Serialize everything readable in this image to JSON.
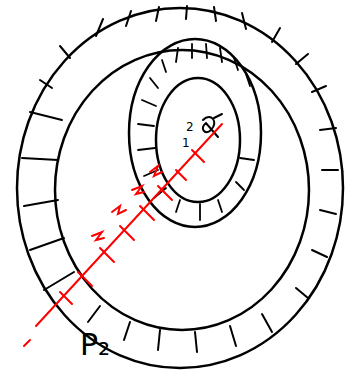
{
  "diagram": {
    "labels": [
      "2",
      "1",
      "P₂"
    ]
  }
}
